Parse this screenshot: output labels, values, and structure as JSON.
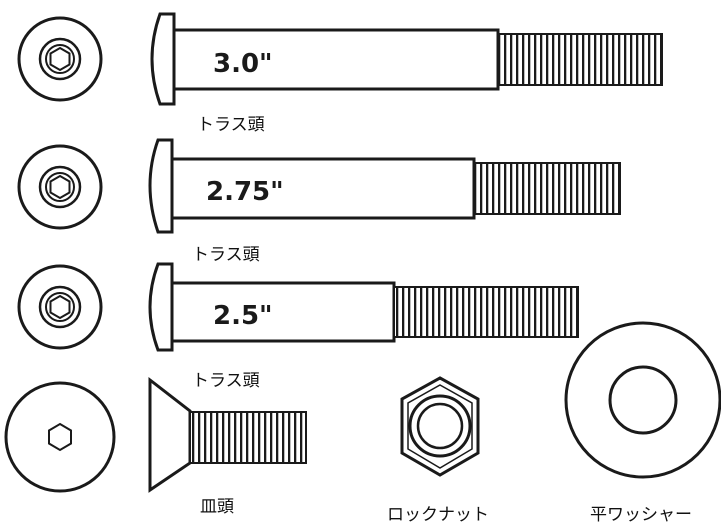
{
  "colors": {
    "ink": "#1a1a1a",
    "paper": "#ffffff"
  },
  "bolts": [
    {
      "head_type": "button-head",
      "length_label": "3.0\"",
      "caption": "トラス頭"
    },
    {
      "head_type": "button-head",
      "length_label": "2.75\"",
      "caption": "トラス頭"
    },
    {
      "head_type": "button-head",
      "length_label": "2.5\"",
      "caption": "トラス頭"
    },
    {
      "head_type": "flat-head",
      "length_label": "",
      "caption": "皿頭"
    }
  ],
  "lock_nut": {
    "caption": "ロックナット"
  },
  "flat_washer": {
    "caption": "平ワッシャー"
  }
}
